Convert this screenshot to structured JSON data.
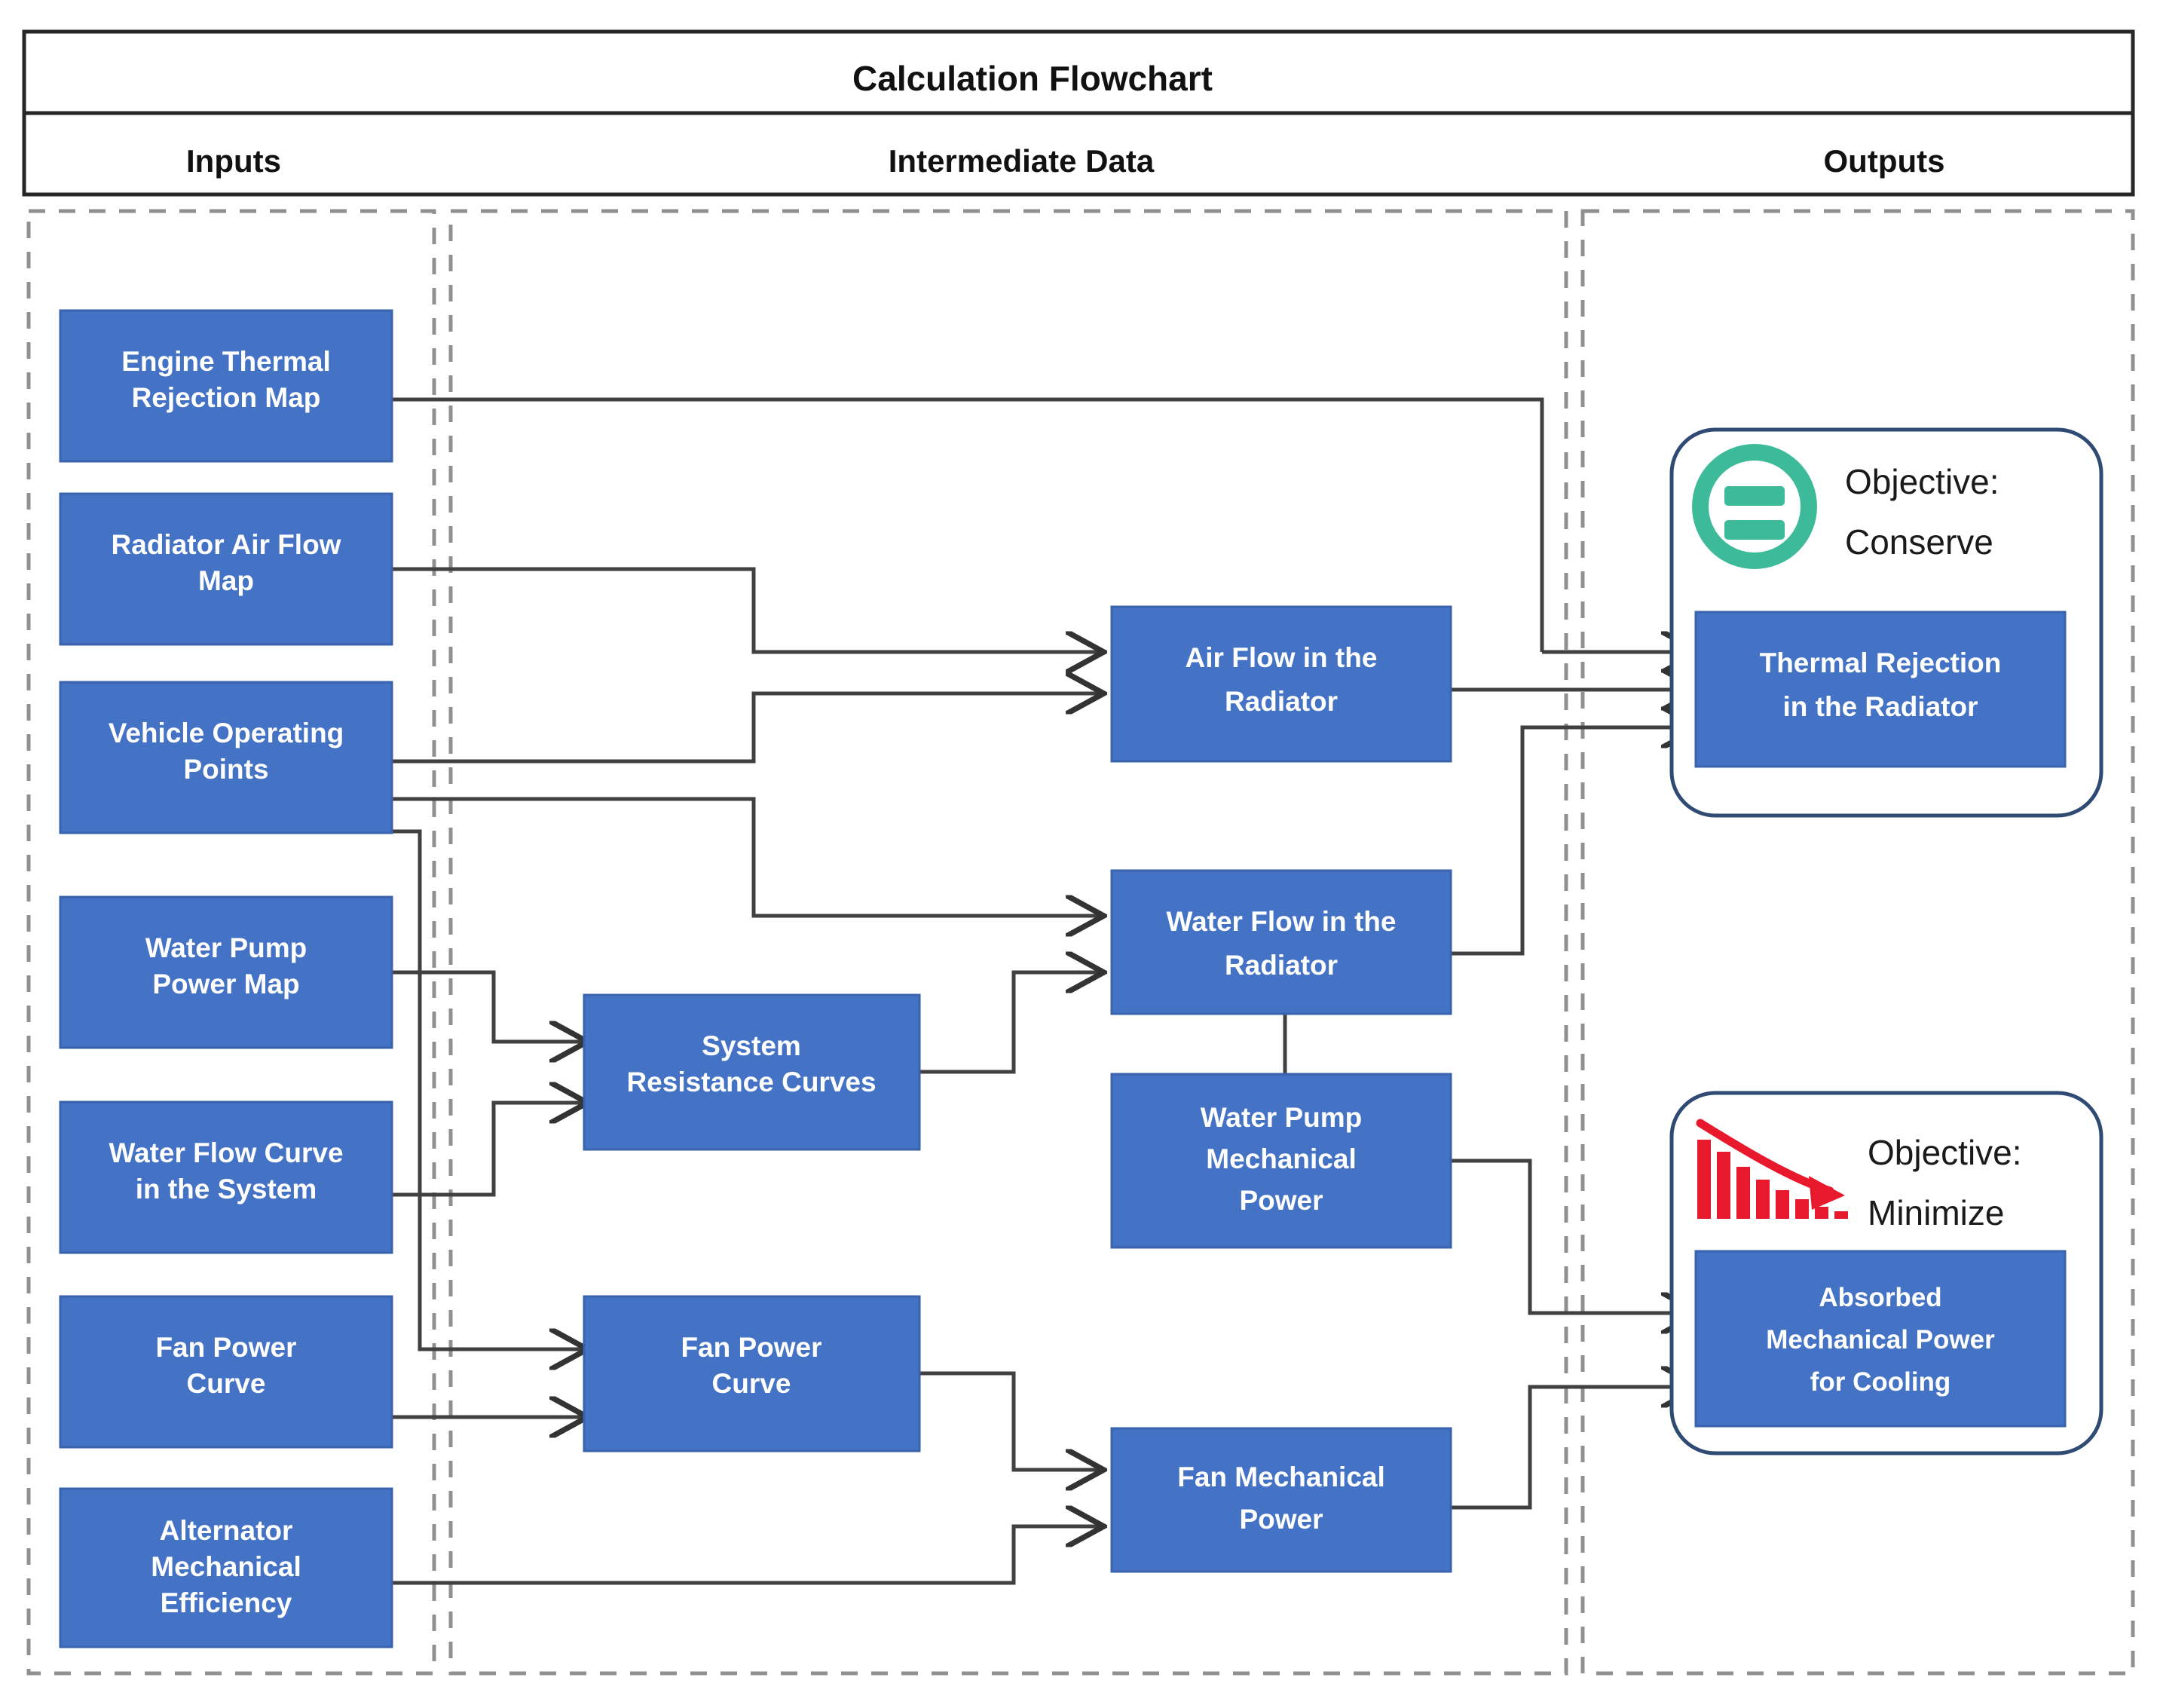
{
  "header": {
    "title": "Calculation Flowchart",
    "columns": [
      {
        "id": "inputs",
        "label": "Inputs"
      },
      {
        "id": "intermediate",
        "label": "Intermediate Data"
      },
      {
        "id": "outputs",
        "label": "Outputs"
      }
    ]
  },
  "colors": {
    "node_fill": "#4472C4",
    "node_text": "#FFFFFF",
    "connector": "#404040",
    "lane_dash": "#909090",
    "frame": "#262626",
    "card_border": "#2F4A73",
    "objective_conserve_icon": "#3CBA9A",
    "objective_minimize_icon": "#E8192C"
  },
  "inputs": {
    "nodes": [
      {
        "id": "engine-thermal-rejection-map",
        "lines": [
          "Engine Thermal",
          "Rejection Map"
        ]
      },
      {
        "id": "radiator-air-flow-map",
        "lines": [
          "Radiator Air Flow",
          "Map"
        ]
      },
      {
        "id": "vehicle-operating-points",
        "lines": [
          "Vehicle Operating",
          "Points"
        ]
      },
      {
        "id": "water-pump-power-map",
        "lines": [
          "Water Pump",
          "Power Map"
        ]
      },
      {
        "id": "water-flow-curve-in-the-system",
        "lines": [
          "Water Flow Curve",
          "in the System"
        ]
      },
      {
        "id": "fan-power-curve-input",
        "lines": [
          "Fan Power",
          "Curve"
        ]
      },
      {
        "id": "alternator-mechanical-efficiency",
        "lines": [
          "Alternator",
          "Mechanical",
          "Efficiency"
        ]
      }
    ]
  },
  "intermediate": {
    "nodes": [
      {
        "id": "system-resistance-curves",
        "lines": [
          "System",
          "Resistance Curves"
        ]
      },
      {
        "id": "fan-power-curve-intermediate",
        "lines": [
          "Fan Power",
          "Curve"
        ]
      },
      {
        "id": "air-flow-in-the-radiator",
        "lines": [
          "Air Flow in the",
          "Radiator"
        ]
      },
      {
        "id": "water-flow-in-the-radiator",
        "lines": [
          "Water Flow in the",
          "Radiator"
        ]
      },
      {
        "id": "water-pump-mechanical-power",
        "lines": [
          "Water Pump",
          "Mechanical",
          "Power"
        ]
      },
      {
        "id": "fan-mechanical-power",
        "lines": [
          "Fan Mechanical",
          "Power"
        ]
      }
    ]
  },
  "outputs": {
    "cards": [
      {
        "id": "objective-conserve",
        "icon": "equals-circle-icon",
        "objective_lines": [
          "Objective:",
          "Conserve"
        ],
        "node": {
          "id": "thermal-rejection-in-the-radiator",
          "lines": [
            "Thermal Rejection",
            "in the Radiator"
          ]
        }
      },
      {
        "id": "objective-minimize",
        "icon": "declining-bar-chart-icon",
        "objective_lines": [
          "Objective:",
          "Minimize"
        ],
        "node": {
          "id": "absorbed-mechanical-power-for-cooling",
          "lines": [
            "Absorbed",
            "Mechanical Power",
            "for Cooling"
          ]
        }
      }
    ]
  },
  "chart_data": {
    "type": "diagram",
    "title": "Calculation Flowchart",
    "lanes": [
      "Inputs",
      "Intermediate Data",
      "Outputs"
    ],
    "edges": [
      {
        "from": "engine-thermal-rejection-map",
        "to": "thermal-rejection-in-the-radiator"
      },
      {
        "from": "radiator-air-flow-map",
        "to": "air-flow-in-the-radiator"
      },
      {
        "from": "vehicle-operating-points",
        "to": "air-flow-in-the-radiator"
      },
      {
        "from": "vehicle-operating-points",
        "to": "water-flow-in-the-radiator"
      },
      {
        "from": "vehicle-operating-points",
        "to": "fan-power-curve-intermediate"
      },
      {
        "from": "water-pump-power-map",
        "to": "system-resistance-curves"
      },
      {
        "from": "water-flow-curve-in-the-system",
        "to": "system-resistance-curves"
      },
      {
        "from": "fan-power-curve-input",
        "to": "fan-power-curve-intermediate"
      },
      {
        "from": "alternator-mechanical-efficiency",
        "to": "fan-mechanical-power"
      },
      {
        "from": "system-resistance-curves",
        "to": "water-flow-in-the-radiator"
      },
      {
        "from": "fan-power-curve-intermediate",
        "to": "fan-mechanical-power"
      },
      {
        "from": "air-flow-in-the-radiator",
        "to": "thermal-rejection-in-the-radiator"
      },
      {
        "from": "water-flow-in-the-radiator",
        "to": "thermal-rejection-in-the-radiator"
      },
      {
        "from": "water-flow-in-the-radiator",
        "to": "water-pump-mechanical-power"
      },
      {
        "from": "water-pump-mechanical-power",
        "to": "absorbed-mechanical-power-for-cooling"
      },
      {
        "from": "fan-mechanical-power",
        "to": "absorbed-mechanical-power-for-cooling"
      }
    ]
  }
}
